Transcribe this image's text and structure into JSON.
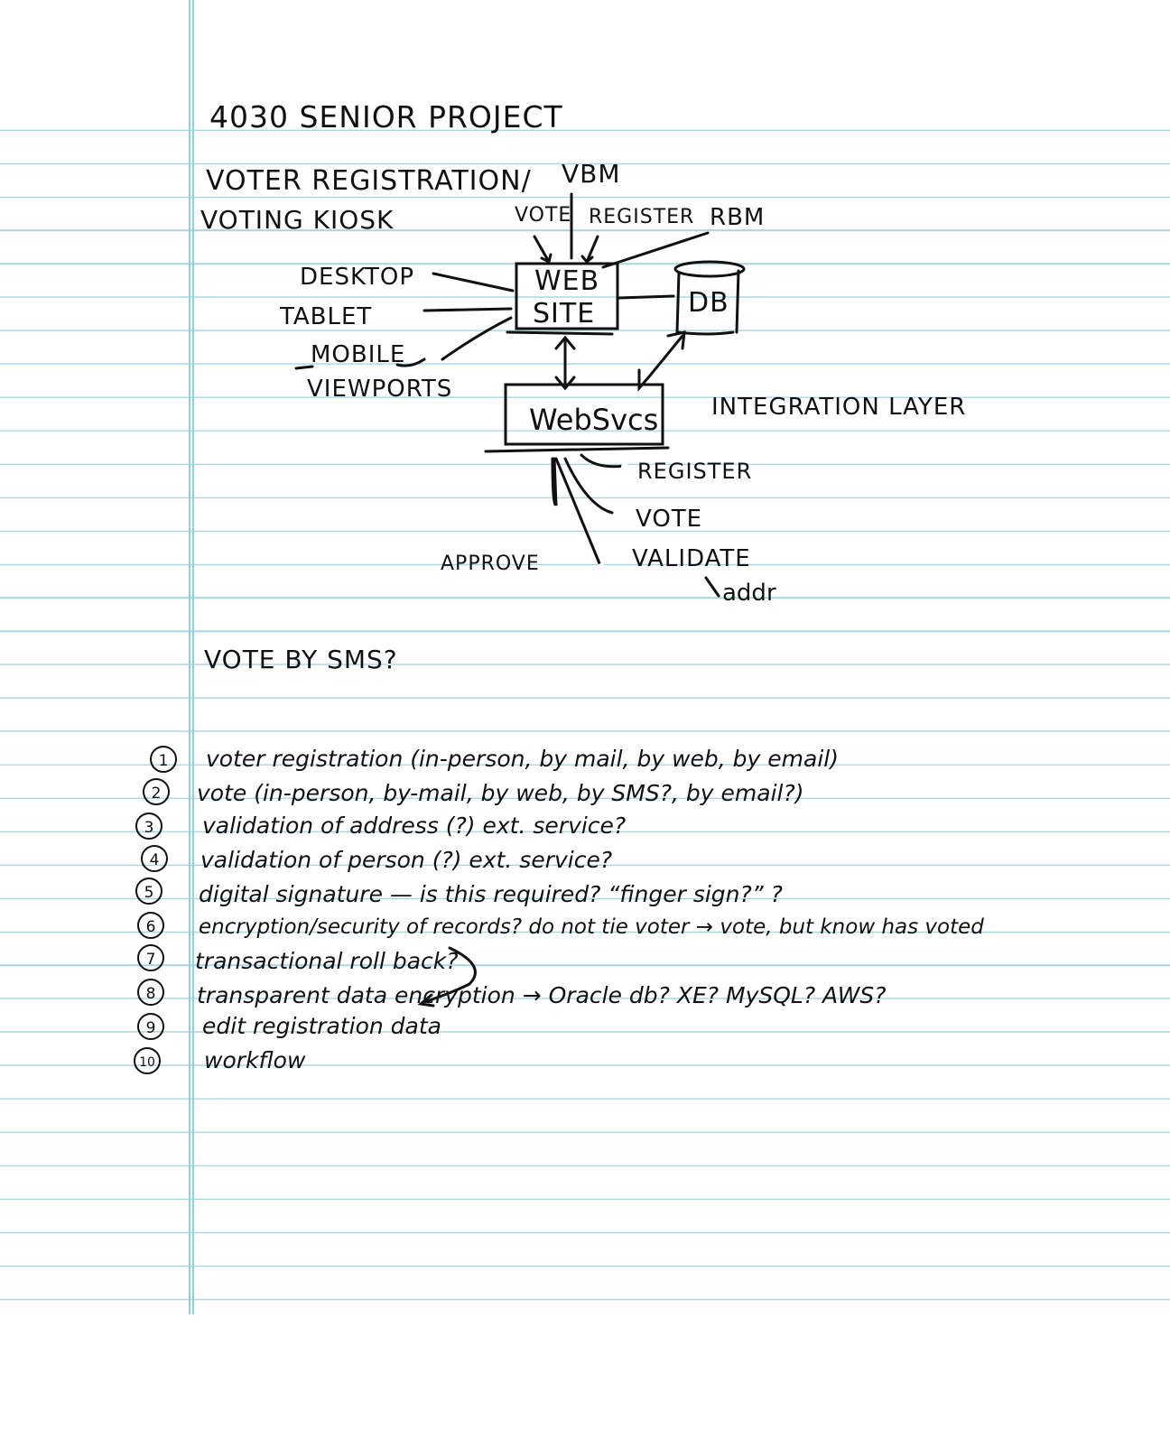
{
  "title": "4030 Senior Project",
  "subtitle_line1": "Voter Registration/",
  "subtitle_line2": "Voting Kiosk",
  "diagram": {
    "top_labels": {
      "vbm": "VBM",
      "vote": "VOTE",
      "register": "REGISTER",
      "rbm": "RBM"
    },
    "clients": {
      "desktop": "DESKTOP",
      "tablet": "TABLET",
      "mobile": "MOBILE",
      "viewports": "VIEWPORTS"
    },
    "website_line1": "WEB",
    "website_line2": "SITE",
    "db": "DB",
    "websvcs": "WebSvcs",
    "integration_layer": "INTEGRATION LAYER",
    "services": {
      "register": "REGISTER",
      "vote": "VOTE",
      "validate": "VALIDATE",
      "addr": "addr",
      "approve": "APPROVE"
    }
  },
  "vote_by_sms": "VOTE BY SMS?",
  "list": [
    {
      "num": "1",
      "text": "voter registration (in-person, by mail, by web, by email)"
    },
    {
      "num": "2",
      "text": "vote (in-person, by-mail, by web, by SMS?, by email?)"
    },
    {
      "num": "3",
      "text": "validation of address (?) ext. service?"
    },
    {
      "num": "4",
      "text": "validation of person (?) ext. service?"
    },
    {
      "num": "5",
      "text": "digital signature — is this required? “finger sign?” ?"
    },
    {
      "num": "6",
      "text": "encryption/security of records? do not tie voter → vote, but know has voted"
    },
    {
      "num": "7",
      "text": "transactional roll back?"
    },
    {
      "num": "8",
      "text": "transparent data encryption → Oracle db? XE? MySQL? AWS?"
    },
    {
      "num": "9",
      "text": "edit registration data"
    },
    {
      "num": "10",
      "text": "workflow"
    }
  ]
}
